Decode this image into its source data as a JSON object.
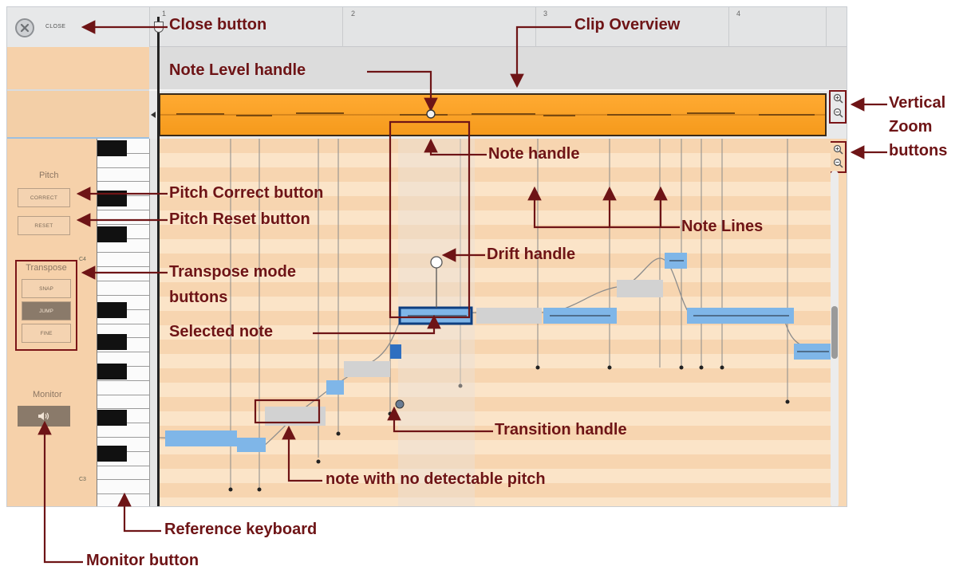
{
  "editor": {
    "close_label": "CLOSE",
    "ruler_numbers": [
      "1",
      "2",
      "3",
      "4"
    ],
    "left_panel": {
      "pitch_heading": "Pitch",
      "correct_label": "CORRECT",
      "reset_label": "RESET",
      "transpose_heading": "Transpose",
      "snap_label": "SNAP",
      "jump_label": "JUMP",
      "fine_label": "FINE",
      "monitor_heading": "Monitor"
    },
    "keyboard": {
      "c4_label": "C4",
      "c3_label": "C3"
    },
    "icons": {
      "close": "close-icon",
      "zoom_in": "zoom-in-icon",
      "zoom_out": "zoom-out-icon",
      "speaker": "speaker-icon"
    }
  },
  "annotations": {
    "close_button": "Close button",
    "clip_overview": "Clip Overview",
    "note_level_handle": "Note Level handle",
    "vertical_zoom": "Vertical",
    "zoom": "Zoom",
    "buttons": "buttons",
    "note_handle": "Note handle",
    "pitch_correct_button": "Pitch Correct button",
    "pitch_reset_button": "Pitch Reset button",
    "note_lines": "Note Lines",
    "drift_handle": "Drift handle",
    "transpose_mode": "Transpose mode",
    "transpose_buttons": "buttons",
    "selected_note": "Selected note",
    "transition_handle": "Transition handle",
    "no_pitch_note": "note with no detectable pitch",
    "reference_keyboard": "Reference keyboard",
    "monitor_button": "Monitor button"
  },
  "colors": {
    "callout": "#6e1416",
    "clip_orange": "#f59a1c",
    "note_blue": "#7fb6e8",
    "note_selected": "#2f6fc0",
    "unpitched_note": "#d2d2d2"
  }
}
